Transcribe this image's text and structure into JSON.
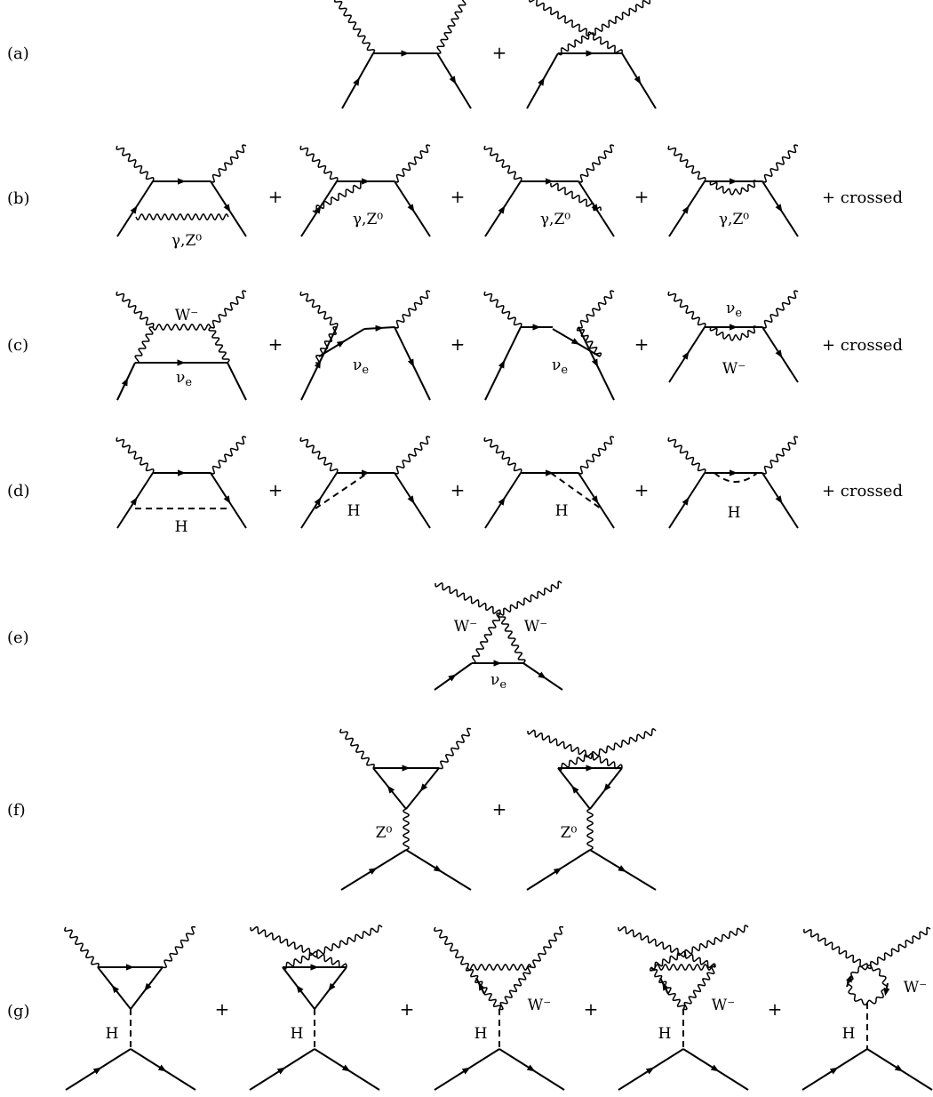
{
  "rows": [
    {
      "label": "(a)",
      "plus": [
        "+"
      ],
      "crossed": ""
    },
    {
      "label": "(b)",
      "plus": [
        "+",
        "+",
        "+"
      ],
      "crossed": "+ crossed",
      "particles": [
        "γ,Z⁰",
        "γ,Z⁰",
        "γ,Z⁰",
        "γ,Z⁰"
      ]
    },
    {
      "label": "(c)",
      "plus": [
        "+",
        "+",
        "+"
      ],
      "crossed": "+ crossed",
      "particles": [
        "W⁻",
        "ν",
        "ν",
        "ν",
        "ν",
        "W⁻"
      ]
    },
    {
      "label": "(d)",
      "plus": [
        "+",
        "+",
        "+"
      ],
      "crossed": "+ crossed",
      "particles": [
        "H",
        "H",
        "H",
        "H"
      ]
    },
    {
      "label": "(e)",
      "plus": [],
      "crossed": "",
      "particles": [
        "W⁻",
        "W⁻",
        "ν"
      ]
    },
    {
      "label": "(f)",
      "plus": [
        "+"
      ],
      "crossed": "",
      "particles": [
        "Z⁰",
        "Z⁰"
      ]
    },
    {
      "label": "(g)",
      "plus": [
        "+",
        "+",
        "+",
        "+"
      ],
      "crossed": "",
      "particles": [
        "H",
        "H",
        "H",
        "W⁻",
        "H",
        "W⁻",
        "H",
        "W⁻"
      ]
    }
  ],
  "neutrino_subscript": "e",
  "line_color": "#000000"
}
